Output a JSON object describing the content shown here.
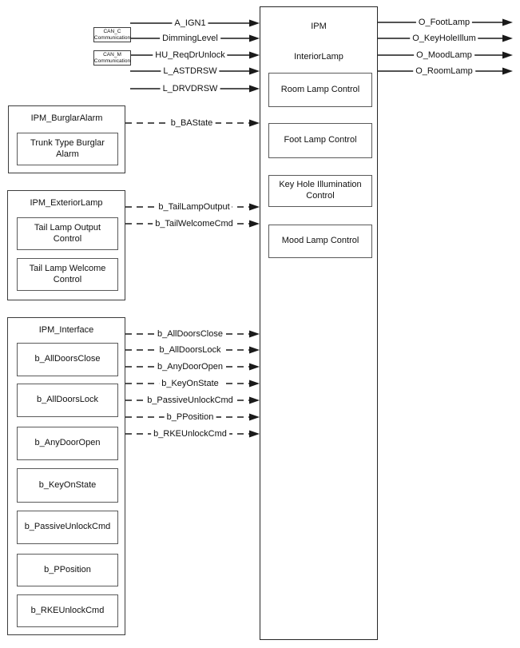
{
  "diagram": {
    "ipm": {
      "title": "IPM",
      "subtitle": "InteriorLamp",
      "controls": [
        "Room Lamp Control",
        "Foot Lamp Control",
        "Key Hole Illumination Control",
        "Mood Lamp Control"
      ]
    },
    "can_nodes": [
      {
        "name": "CAN_C",
        "caption": "Communication"
      },
      {
        "name": "CAN_M",
        "caption": "Communication"
      }
    ],
    "inputs": [
      "A_IGN1",
      "DimmingLevel",
      "HU_ReqDrUnlock",
      "L_ASTDRSW",
      "L_DRVDRSW"
    ],
    "outputs": [
      "O_FootLamp",
      "O_KeyHoleIllum",
      "O_MoodLamp",
      "O_RoomLamp"
    ],
    "blocks": [
      {
        "title": "IPM_BurglarAlarm",
        "items": [
          "Trunk Type Burglar Alarm"
        ]
      },
      {
        "title": "IPM_ExteriorLamp",
        "items": [
          "Tail Lamp Output Control",
          "Tail Lamp Welcome Control"
        ]
      },
      {
        "title": "IPM_Interface",
        "items": [
          "b_AllDoorsClose",
          "b_AllDoorsLock",
          "b_AnyDoorOpen",
          "b_KeyOnState",
          "b_PassiveUnlockCmd",
          "b_PPosition",
          "b_RKEUnlockCmd"
        ]
      }
    ],
    "bus_signals": [
      "b_BAState",
      "b_TailLampOutput",
      "b_TailWelcomeCmd",
      "b_AllDoorsClose",
      "b_AllDoorsLock",
      "b_AnyDoorOpen",
      "b_KeyOnState",
      "b_PassiveUnlockCmd",
      "b_PPosition",
      "b_RKEUnlockCmd"
    ],
    "colors": {
      "ink": "#1a1a1a",
      "background": "#ffffff"
    }
  }
}
